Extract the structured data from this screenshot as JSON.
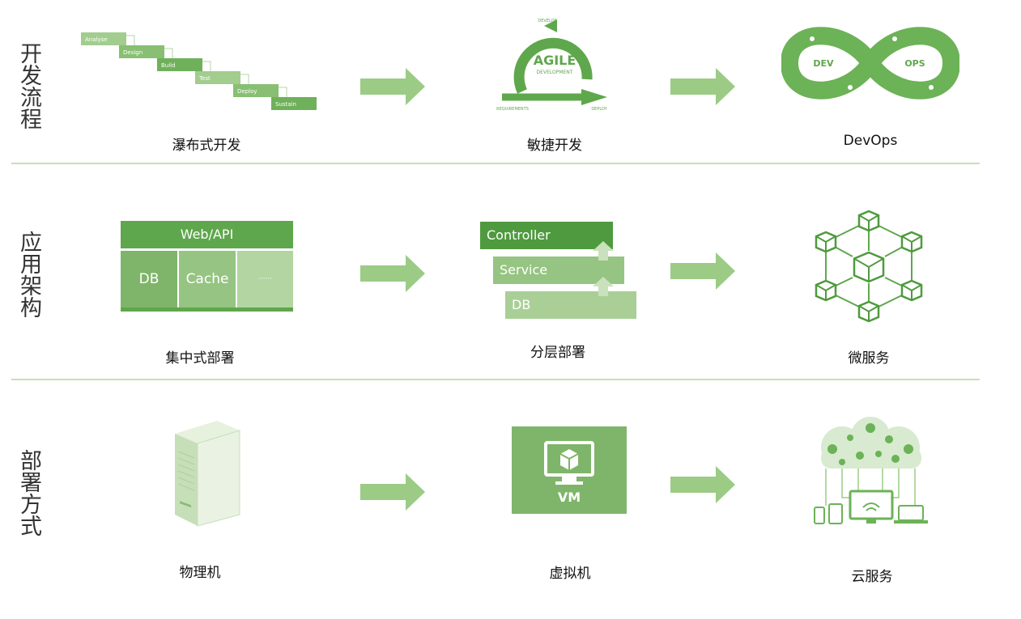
{
  "rows": [
    {
      "title": "开发流程",
      "items": [
        {
          "caption": "瀑布式开发"
        },
        {
          "caption": "敏捷开发"
        },
        {
          "caption": "DevOps"
        }
      ]
    },
    {
      "title": "应用架构",
      "items": [
        {
          "caption": "集中式部署"
        },
        {
          "caption": "分层部署"
        },
        {
          "caption": "微服务"
        }
      ]
    },
    {
      "title": "部署方式",
      "items": [
        {
          "caption": "物理机"
        },
        {
          "caption": "虚拟机"
        },
        {
          "caption": "云服务"
        }
      ]
    }
  ],
  "waterfall": {
    "steps": [
      "Analyse",
      "Design",
      "Build",
      "Test",
      "Deploy",
      "Sustain"
    ]
  },
  "agile": {
    "title": "AGILE",
    "subtitle": "DEVELOPMENT",
    "top_label": "DEVELOP",
    "left_label": "REQUIREMENTS",
    "right_label": "DEPLOY"
  },
  "devops": {
    "dev": "DEV",
    "ops": "OPS"
  },
  "centralized": {
    "top": "Web/API",
    "cells": [
      "DB",
      "Cache",
      "······"
    ]
  },
  "layered": {
    "layers": [
      "Controller",
      "Service",
      "DB"
    ]
  },
  "vm": {
    "label": "VM"
  },
  "colors": {
    "accent": "#5fa74c",
    "light": "#a9cf97",
    "arrow": "#9ccb86",
    "divider": "#c9dfb6"
  }
}
